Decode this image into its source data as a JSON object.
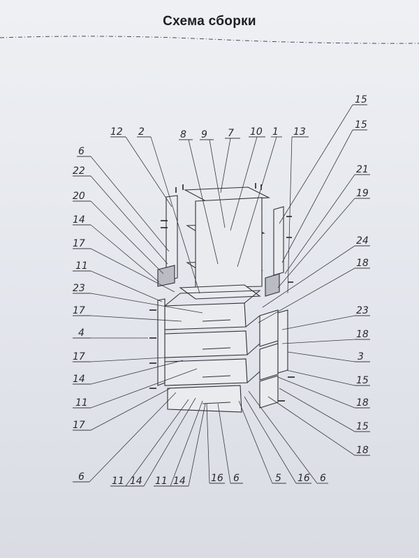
{
  "title": "Схема сборки",
  "callouts": [
    {
      "id": "c-15a",
      "label": "15"
    },
    {
      "id": "c-12",
      "label": "12"
    },
    {
      "id": "c-2",
      "label": "2"
    },
    {
      "id": "c-8",
      "label": "8"
    },
    {
      "id": "c-9",
      "label": "9"
    },
    {
      "id": "c-7",
      "label": "7"
    },
    {
      "id": "c-10",
      "label": "10"
    },
    {
      "id": "c-1",
      "label": "1"
    },
    {
      "id": "c-13",
      "label": "13"
    },
    {
      "id": "c-15b",
      "label": "15"
    },
    {
      "id": "c-6a",
      "label": "6"
    },
    {
      "id": "c-22",
      "label": "22"
    },
    {
      "id": "c-21",
      "label": "21"
    },
    {
      "id": "c-20",
      "label": "20"
    },
    {
      "id": "c-19",
      "label": "19"
    },
    {
      "id": "c-14a",
      "label": "14"
    },
    {
      "id": "c-24",
      "label": "24"
    },
    {
      "id": "c-17a",
      "label": "17"
    },
    {
      "id": "c-18a",
      "label": "18"
    },
    {
      "id": "c-11a",
      "label": "11"
    },
    {
      "id": "c-23a",
      "label": "23"
    },
    {
      "id": "c-23b",
      "label": "23"
    },
    {
      "id": "c-17b",
      "label": "17"
    },
    {
      "id": "c-18b",
      "label": "18"
    },
    {
      "id": "c-4",
      "label": "4"
    },
    {
      "id": "c-3",
      "label": "3"
    },
    {
      "id": "c-17c",
      "label": "17"
    },
    {
      "id": "c-15c",
      "label": "15"
    },
    {
      "id": "c-14b",
      "label": "14"
    },
    {
      "id": "c-18c",
      "label": "18"
    },
    {
      "id": "c-11b",
      "label": "11"
    },
    {
      "id": "c-15d",
      "label": "15"
    },
    {
      "id": "c-17d",
      "label": "17"
    },
    {
      "id": "c-18d",
      "label": "18"
    },
    {
      "id": "c-6b",
      "label": "6"
    },
    {
      "id": "c-11c",
      "label": "11"
    },
    {
      "id": "c-14c",
      "label": "14"
    },
    {
      "id": "c-11d",
      "label": "11"
    },
    {
      "id": "c-14d",
      "label": "14"
    },
    {
      "id": "c-16a",
      "label": "16"
    },
    {
      "id": "c-6c",
      "label": "6"
    },
    {
      "id": "c-5",
      "label": "5"
    },
    {
      "id": "c-16b",
      "label": "16"
    },
    {
      "id": "c-6d",
      "label": "6"
    }
  ]
}
